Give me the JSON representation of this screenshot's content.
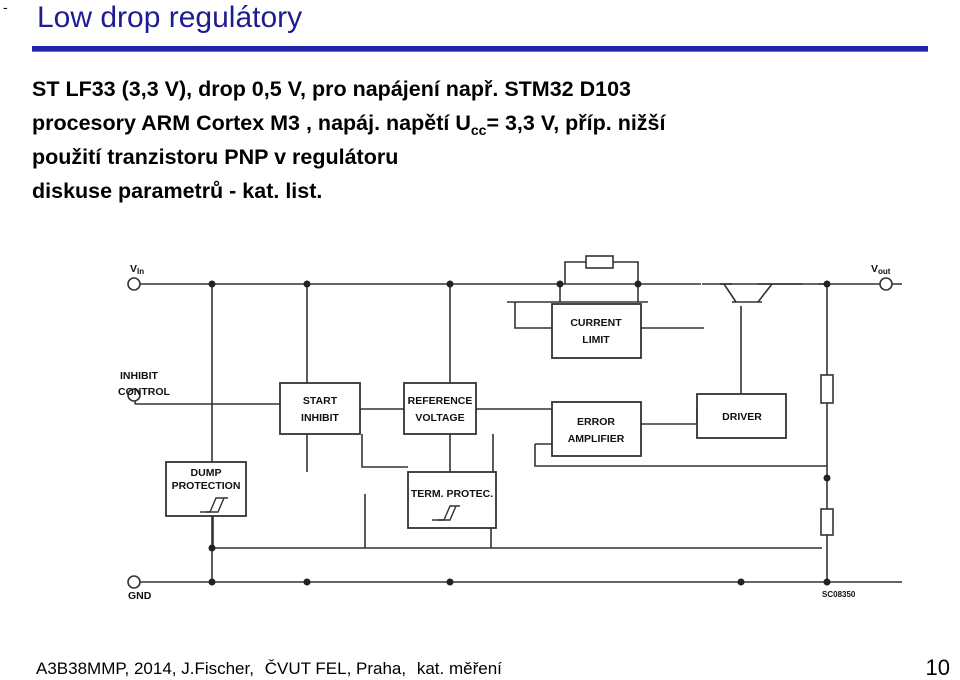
{
  "slide": {
    "marker": "-",
    "title": "Low drop regulátory",
    "lines": {
      "l1": "ST LF33 (3,3 V), drop 0,5 V, pro napájení  např. STM32 D103",
      "l2_pre": "procesory ARM Cortex M3 , napáj. napětí U",
      "l2_sub": "cc",
      "l2_post": "=  3,3 V, příp. nižší",
      "l3": "použití tranzistoru PNP v regulátoru",
      "l4": "diskuse parametrů - kat. list."
    }
  },
  "diagram": {
    "vin_v": "V",
    "vin_sub": "In",
    "vout_v": "V",
    "vout_sub": "out",
    "inhibit_1": "INHIBIT",
    "inhibit_2": "CONTROL",
    "gnd": "GND",
    "code": "SC08350",
    "current_1": "CURRENT",
    "current_2": "LIMIT",
    "start_1": "START",
    "start_2": "INHIBIT",
    "ref_1": "REFERENCE",
    "ref_2": "VOLTAGE",
    "error_1": "ERROR",
    "error_2": "AMPLIFIER",
    "driver": "DRIVER",
    "dump_1": "DUMP",
    "dump_2": "PROTECTION",
    "term": "TERM.  PROTEC."
  },
  "footer": {
    "course": "A3B38MMP, 2014, J.Fischer,",
    "school": "ČVUT  FEL, Praha,",
    "dept": "kat. měření",
    "page": "10"
  }
}
